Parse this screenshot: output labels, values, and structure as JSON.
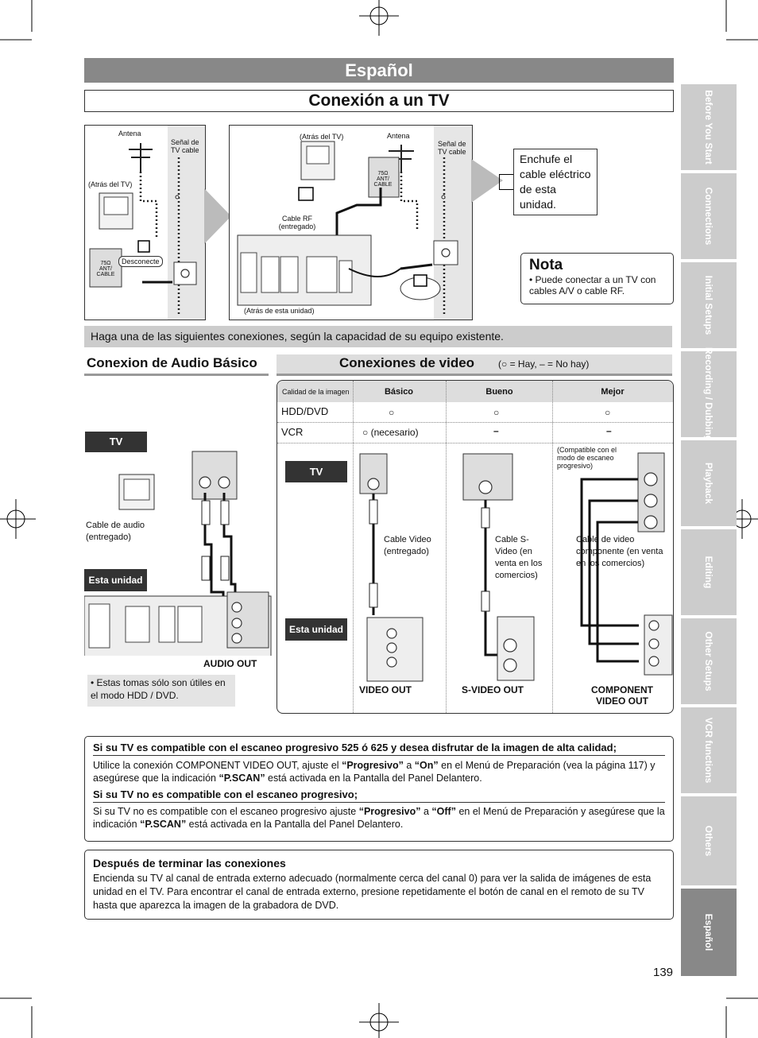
{
  "header": {
    "language_banner": "Español",
    "title": "Conexión a un TV"
  },
  "diagram_top": {
    "left": {
      "antenna": "Antena",
      "cable_signal": "Señal de TV cable",
      "back_of_tv": "(Atrás del TV)",
      "disconnect": "Desconecte",
      "jack_label": "75Ω ANT/ CABLE"
    },
    "right": {
      "back_of_tv": "(Atrás del TV)",
      "antenna": "Antena",
      "cable_signal": "Señal de TV cable",
      "rf_cable": "Cable RF (entregado)",
      "back_of_unit": "(Atrás de esta unidad)",
      "jack_label": "75Ω ANT/ CABLE"
    },
    "plug_note": "Enchufe el cable eléctrico de esta unidad.",
    "nota_title": "Nota",
    "nota_text": "• Puede conectar a un TV con cables A/V o cable RF."
  },
  "instruction_bar": "Haga una de las siguientes conexiones, según la capacidad de su equipo existente.",
  "audio": {
    "heading": "Conexion de Audio Básico",
    "tv_label": "TV",
    "cable_label": "Cable de audio (entregado)",
    "unit_label": "Esta unidad",
    "jack_caption": "AUDIO OUT",
    "note": "• Estas tomas sólo son útiles en el modo HDD / DVD."
  },
  "video": {
    "heading": "Conexiones de video",
    "legend": "(○ = Hay, – = No hay)",
    "table": {
      "col0": "Calidad de la imagen",
      "cols": [
        "Básico",
        "Bueno",
        "Mejor"
      ],
      "rows": [
        {
          "name": "HDD/DVD",
          "cells": [
            "○",
            "○",
            "○"
          ]
        },
        {
          "name": "VCR",
          "cells": [
            "○ (necesario)",
            "–",
            "–"
          ]
        }
      ]
    },
    "tv_label": "TV",
    "unit_label": "Esta unidad",
    "basic_cable": "Cable Video (entregado)",
    "good_cable": "Cable S-Video (en venta en los comercios)",
    "best_cable": "Cable de video componente (en venta en los comercios)",
    "best_note": "(Compatible con el modo de escaneo progresivo)",
    "out_labels": [
      "VIDEO OUT",
      "S-VIDEO OUT",
      "COMPONENT VIDEO OUT"
    ]
  },
  "progressive": {
    "h1": "Si su TV es compatible con el escaneo progresivo 525 ó 625 y desea disfrutar de la imagen de alta calidad;",
    "p1_a": "Utilice la conexión COMPONENT VIDEO OUT, ajuste el ",
    "p1_b1": "“Progresivo”",
    "p1_c": " a ",
    "p1_b2": "“On”",
    "p1_d": " en el Menú de Preparación (vea la página 117) y asegúrese que la indicación ",
    "p1_b3": "“P.SCAN”",
    "p1_e": " está activada en la Pantalla del Panel Delantero.",
    "h2": "Si su TV no es compatible con el escaneo progresivo;",
    "p2_a": "Si su TV no es compatible con el escaneo progresivo ajuste ",
    "p2_b1": "“Progresivo”",
    "p2_c": " a ",
    "p2_b2": "“Off”",
    "p2_d": " en el Menú de Preparación y asegúrese que la indicación ",
    "p2_b3": "“P.SCAN”",
    "p2_e": " está activada en la Pantalla del Panel Delantero."
  },
  "after": {
    "heading": "Después de terminar las conexiones",
    "text": "Encienda su TV al canal de entrada externo adecuado (normalmente cerca del canal 0) para ver la salida de imágenes de esta unidad en el TV. Para encontrar el canal de entrada externo, presione repetidamente el botón de canal en el remoto de su TV hasta que aparezca la imagen de la grabadora de DVD."
  },
  "side_tabs": [
    "Before You Start",
    "Connections",
    "Initial Setups",
    "Recording / Dubbing",
    "Playback",
    "Editing",
    "Other Setups",
    "VCR functions",
    "Others",
    "Español"
  ],
  "page_number": "139"
}
